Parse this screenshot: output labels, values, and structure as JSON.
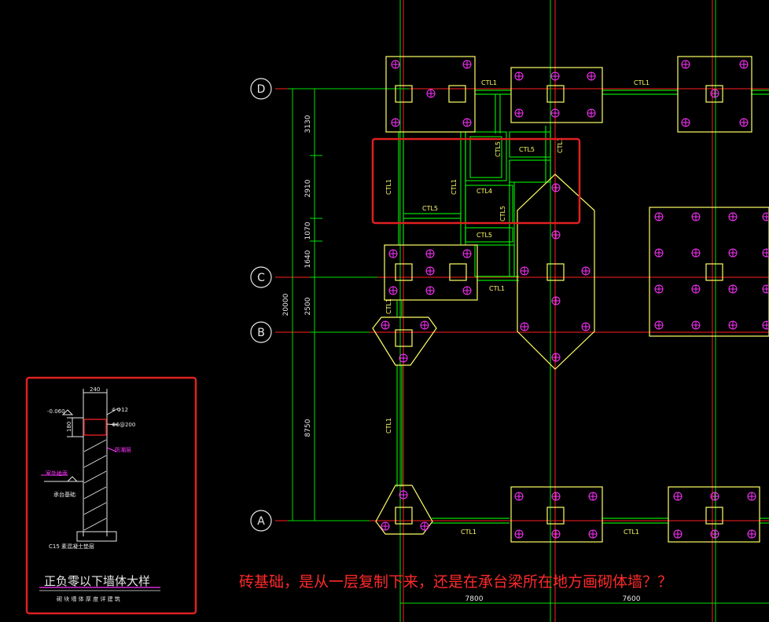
{
  "drawing": {
    "axis_labels": {
      "d": "D",
      "c": "C",
      "b": "B",
      "a": "A"
    },
    "dims": {
      "d_c_1": "3130",
      "d_c_2": "2910",
      "d_c_3": "1070",
      "d_c_4": "1640",
      "c_b": "2500",
      "b_a": "8750",
      "total": "20000",
      "bay_1": "7800",
      "bay_2": "7600"
    },
    "beam_label": "CTL1",
    "beam_labels": {
      "l1": "CTL1",
      "l4": "CTL4",
      "l5": "CTL5"
    },
    "colors": {
      "grid_red": "#ff2020",
      "grid_green": "#00e000",
      "pilecap_yellow": "#ffff66",
      "pile_magenta": "#ff33ff",
      "highlight_red": "#e02020"
    }
  },
  "detail": {
    "title": "正负零以下墙体大样",
    "subtitle": "砌 块 墙 体 厚 度 详 建 筑",
    "width": "240",
    "elev": "-0.060",
    "rebar_1": "4 Φ12",
    "rebar_2": "Φ6@200",
    "height": "180",
    "note_1": "防潮层",
    "note_2": "室外地面",
    "note_3": "承台基础",
    "note_4": "C15 素混凝土垫层"
  },
  "question": "砖基础，是从一层复制下来，还是在承台梁所在地方画砌体墙？？"
}
